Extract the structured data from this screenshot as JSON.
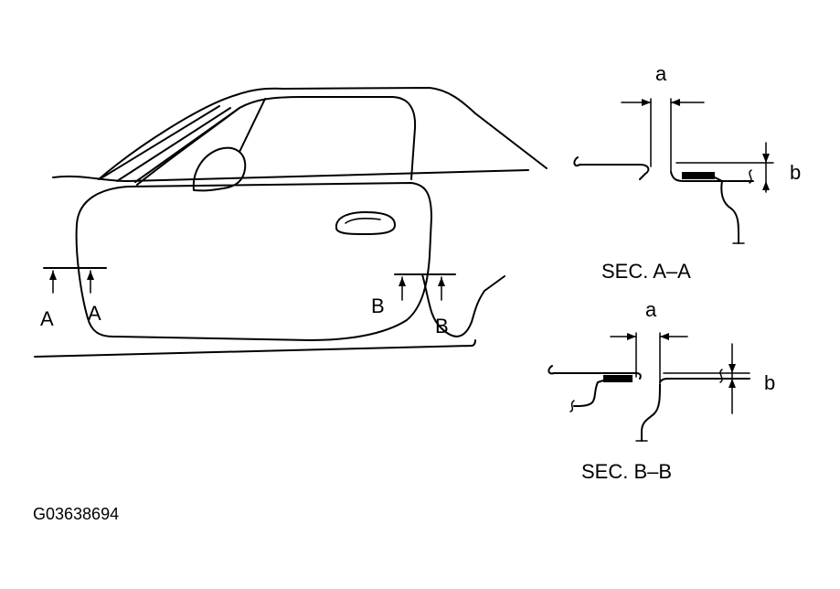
{
  "labels": {
    "cut_a_left": "A",
    "cut_a_right": "A",
    "cut_b_left": "B",
    "cut_b_right": "B",
    "dim_a_top": "a",
    "dim_b_top": "b",
    "dim_a_bottom": "a",
    "dim_b_bottom": "b"
  },
  "sections": {
    "aa": "SEC. A–A",
    "bb": "SEC. B–B"
  },
  "figure_code": "G03638694"
}
